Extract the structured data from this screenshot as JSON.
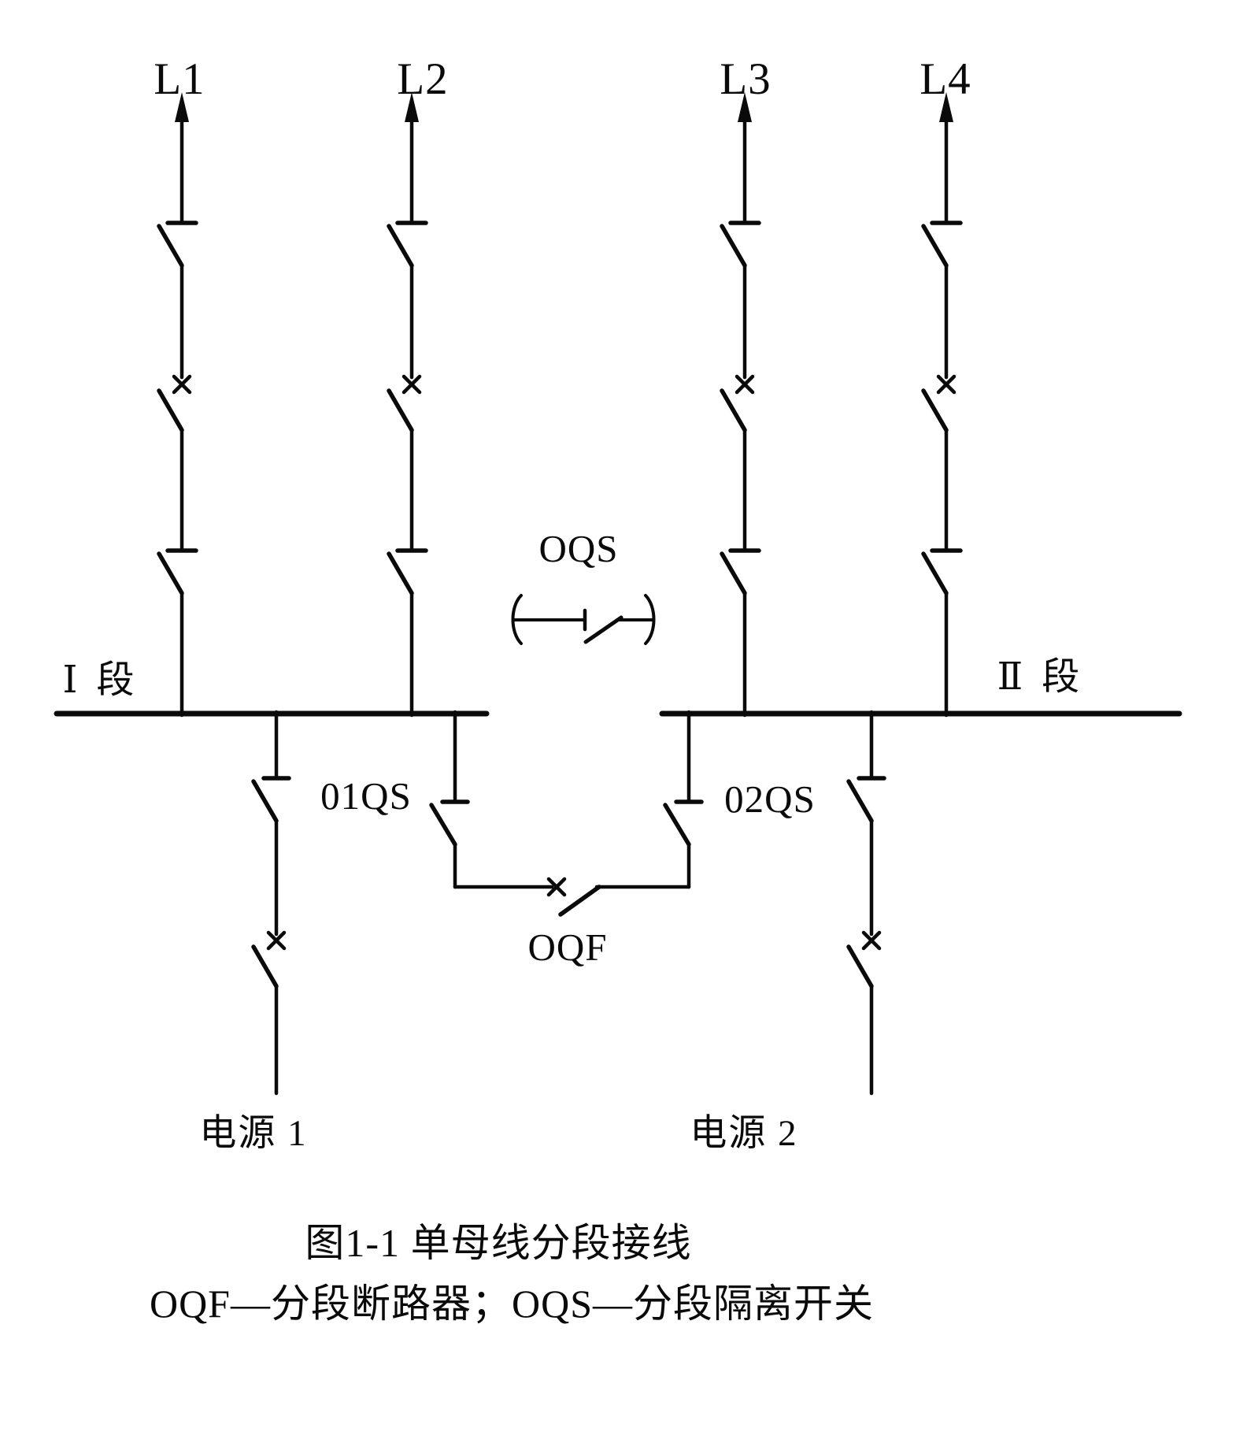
{
  "diagram": {
    "type": "single-busbar-sectionalized-one-line-diagram",
    "ink_color": "#0a0a0a",
    "background_color": "#ffffff",
    "feeders": [
      {
        "label": "L1"
      },
      {
        "label": "L2"
      },
      {
        "label": "L3"
      },
      {
        "label": "L4"
      }
    ],
    "buses": {
      "bus1_label": "Ⅰ 段",
      "bus2_label": "Ⅱ 段"
    },
    "tie": {
      "oqs_label": "OQS",
      "o1qs_label": "01QS",
      "o2qs_label": "02QS",
      "oqf_label": "OQF"
    },
    "sources": {
      "source1_label": "电源 1",
      "source2_label": "电源 2"
    },
    "caption": {
      "line1": "图1-1 单母线分段接线",
      "line2": "OQF—分段断路器；OQS—分段隔离开关"
    }
  }
}
